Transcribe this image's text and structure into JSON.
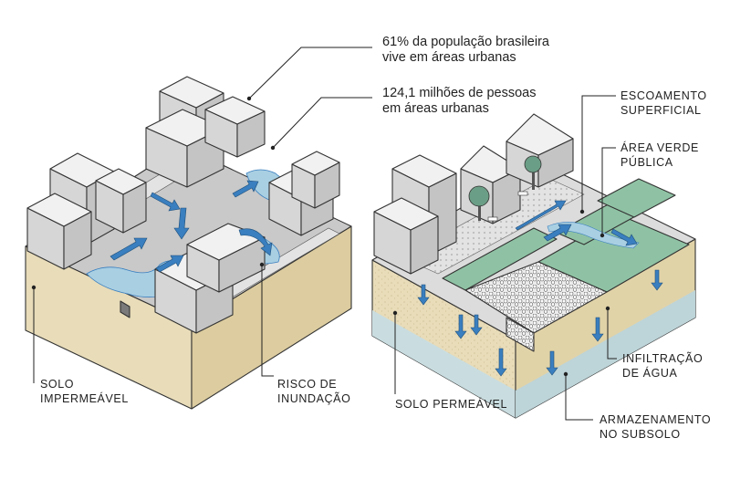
{
  "labels": {
    "urban_population_pct": "61% da população brasileira",
    "urban_population_pct_2": "vive em áreas urbanas",
    "urban_population_abs": "124,1 milhões de pessoas",
    "urban_population_abs_2": "em áreas urbanas",
    "runoff": "ESCOAMENTO",
    "runoff_2": "SUPERFICIAL",
    "green_area": "ÁREA VERDE",
    "green_area_2": "PÚBLICA",
    "impermeable_soil": "SOLO",
    "impermeable_soil_2": "IMPERMEÁVEL",
    "flood_risk": "RISCO DE",
    "flood_risk_2": "INUNDAÇÃO",
    "permeable_soil": "SOLO PERMEÁVEL",
    "infiltration": "INFILTRAÇÃO",
    "infiltration_2": "DE ÁGUA",
    "storage": "ARMAZENAMENTO",
    "storage_2": "NO SUBSOLO"
  },
  "colors": {
    "soil": "#e8dcb9",
    "soil_deep": "#c9dde0",
    "asphalt": "#c9c9c9",
    "paving": "#e3e3e3",
    "water": "#a9cfe2",
    "arrow": "#3a7fbf",
    "green": "#8fc2a4",
    "green_dark": "#6aa283",
    "concrete": "#dcdcdc",
    "tree": "#6b9e86"
  },
  "icons": {
    "flow": "flow-arrow-icon",
    "tree": "tree-icon",
    "bench": "bench-icon"
  }
}
